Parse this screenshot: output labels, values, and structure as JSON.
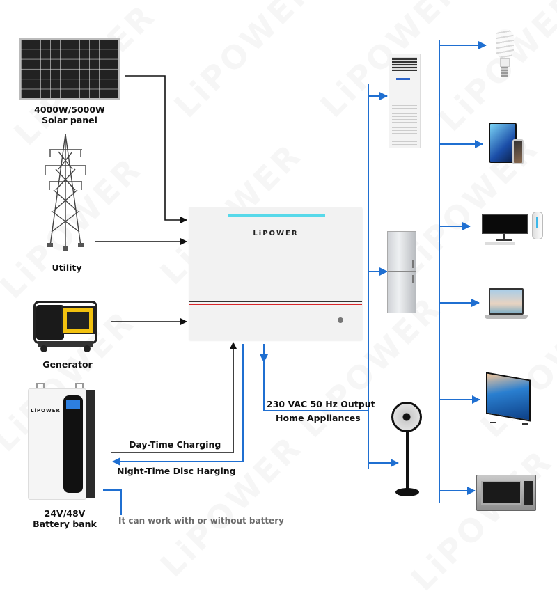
{
  "watermark": "LiPOWER",
  "colors": {
    "black_line": "#111111",
    "blue_line": "#1f6fd1",
    "inverter_body": "#f2f2f2",
    "inverter_accent": "#57d9ea",
    "stripe_red": "#d8262a",
    "stripe_dark": "#333333",
    "note_text": "#6b6b6b"
  },
  "sources": [
    {
      "id": "solar",
      "line1": "4000W/5000W",
      "line2": "Solar panel",
      "icon": "solar-panel-icon"
    },
    {
      "id": "utility",
      "line1": "Utility",
      "icon": "power-tower-icon"
    },
    {
      "id": "generator",
      "line1": "Generator",
      "icon": "generator-icon"
    },
    {
      "id": "battery",
      "line1": "24V/48V",
      "line2": "Battery bank",
      "icon": "battery-icon",
      "brand": "LiPOWER"
    }
  ],
  "inverter": {
    "brand": "LiPOWER",
    "icon": "inverter-icon"
  },
  "labels": {
    "day_charging": "Day-Time Charging",
    "night_discharging": "Night-Time Disc Harging",
    "output": "230 VAC 50 Hz Output",
    "home_appliances": "Home Appliances",
    "battery_note": "It can work with or without battery"
  },
  "appliances_left": [
    {
      "name": "Air conditioner",
      "icon": "air-conditioner-icon"
    },
    {
      "name": "Refrigerator",
      "icon": "refrigerator-icon"
    },
    {
      "name": "Fan",
      "icon": "fan-icon"
    }
  ],
  "appliances_right": [
    {
      "name": "Light bulb",
      "icon": "light-bulb-icon"
    },
    {
      "name": "Tablet & phone",
      "icon": "tablet-phone-icon"
    },
    {
      "name": "Desktop computer",
      "icon": "desktop-computer-icon"
    },
    {
      "name": "Laptop",
      "icon": "laptop-icon"
    },
    {
      "name": "Television",
      "icon": "television-icon"
    },
    {
      "name": "Microwave",
      "icon": "microwave-icon"
    }
  ]
}
